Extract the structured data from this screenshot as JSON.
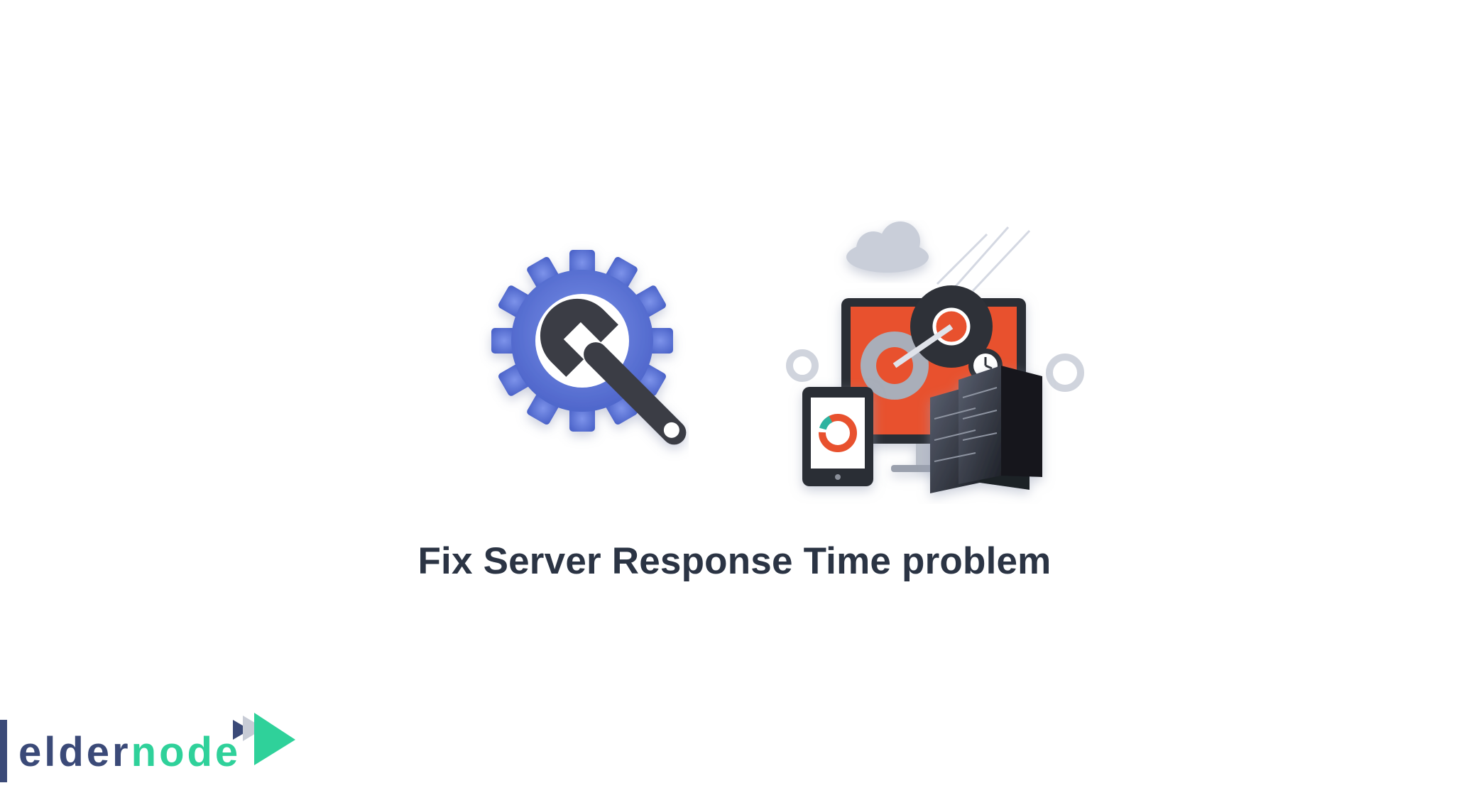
{
  "headline": "Fix Server Response Time problem",
  "brand": {
    "name_part1": "elder",
    "name_part2": "node",
    "color_primary": "#3b4a78",
    "color_accent": "#2fd19a"
  },
  "illustrations": {
    "left": "gear-wrench-icon",
    "right": "server-performance-illustration"
  },
  "colors": {
    "headline": "#2b3444",
    "gear_blue": "#5b74d6",
    "wrench_dark": "#3a3d44",
    "screen_orange": "#e8512e"
  }
}
